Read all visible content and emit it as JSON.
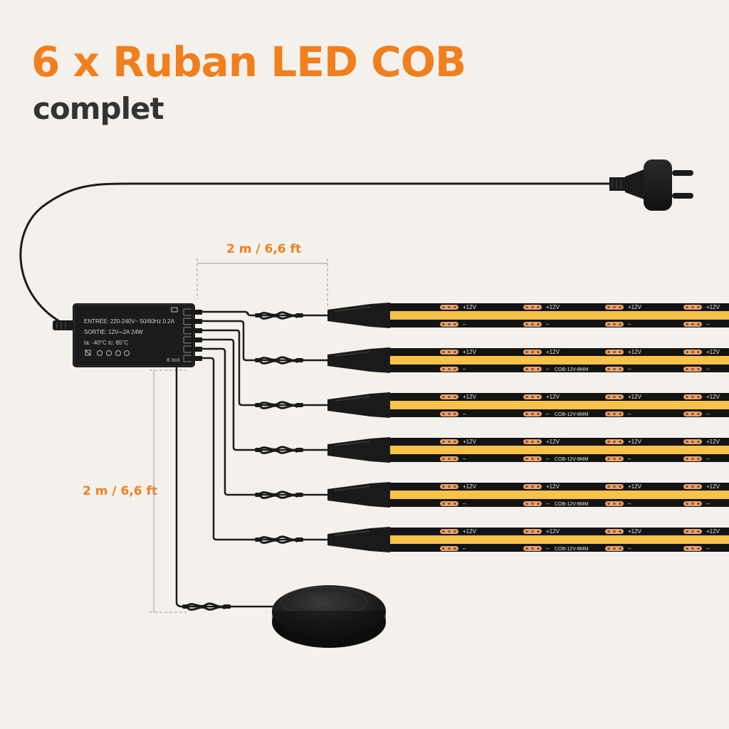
{
  "header": {
    "title": "6 x Ruban LED COB",
    "subtitle": "complet"
  },
  "dimensions": {
    "horizontal": "2 m / 6,6 ft",
    "vertical": "2 m / 6,6 ft"
  },
  "controller": {
    "input_label": "ENTRÉE: 220-240V~ 50/60Hz 0.2A",
    "output_label": "SORTIE: 12V⎓2A 24W",
    "temp_label": "ta: -40°C tc: 85°C",
    "code_label": "B 3o3"
  },
  "strip": {
    "plus_label": "+12V",
    "minus_label": "–",
    "model_label": "COB-12V-8MM",
    "count": 6
  },
  "colors": {
    "accent": "#f07f1e",
    "subtitle": "#333333",
    "led": "#f6c24a",
    "background": "#f4f1ec"
  }
}
